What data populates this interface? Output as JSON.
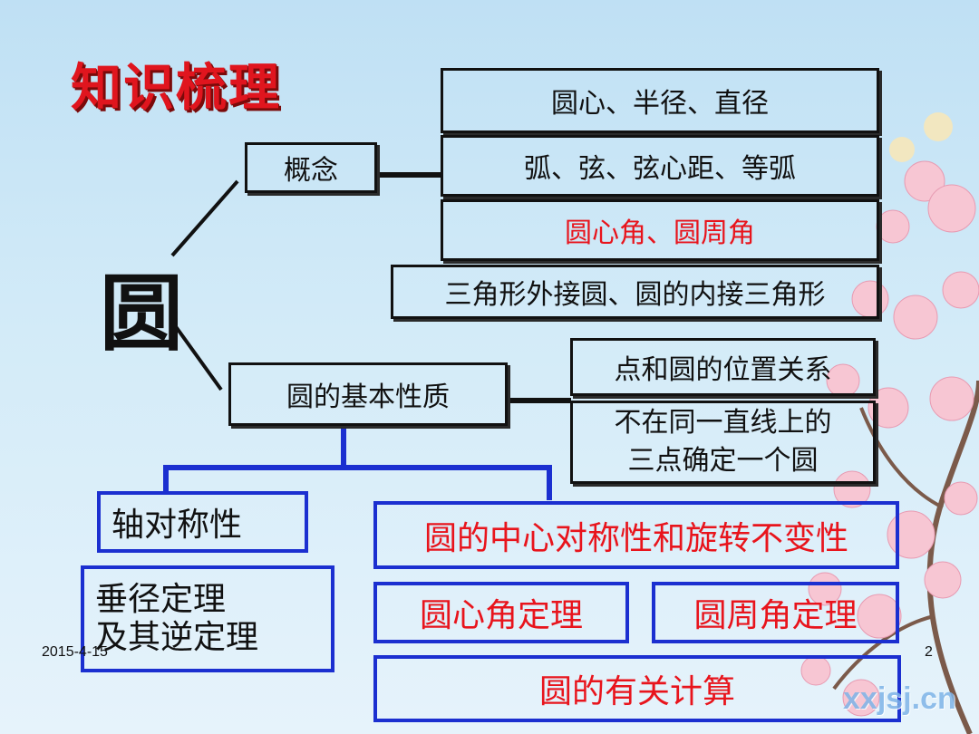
{
  "title": "知识梳理",
  "center_char": "圆",
  "concept": {
    "label": "概念",
    "items": [
      "圆心、半径、直径",
      "弧、弦、弦心距、等弧",
      "圆心角、圆周角",
      "三角形外接圆、圆的内接三角形"
    ]
  },
  "basic": {
    "label": "圆的基本性质",
    "right_items": [
      "点和圆的位置关系",
      "不在同一直线上的三点确定一个圆"
    ],
    "axis": "轴对称性",
    "perp_line1": "垂径定理",
    "perp_line2": "及其逆定理",
    "center_sym": "圆的中心对称性和旋转不变性",
    "central_angle": "圆心角定理",
    "inscribed_angle": "圆周角定理",
    "calc": "圆的有关计算"
  },
  "footer": {
    "date": "2015-4-15",
    "page": "2"
  },
  "watermark": "xxjsj.cn",
  "colors": {
    "title": "#e0151e",
    "red_text": "#e8141c",
    "blue_border": "#1b2fd0",
    "background": "#cfe8f6"
  }
}
